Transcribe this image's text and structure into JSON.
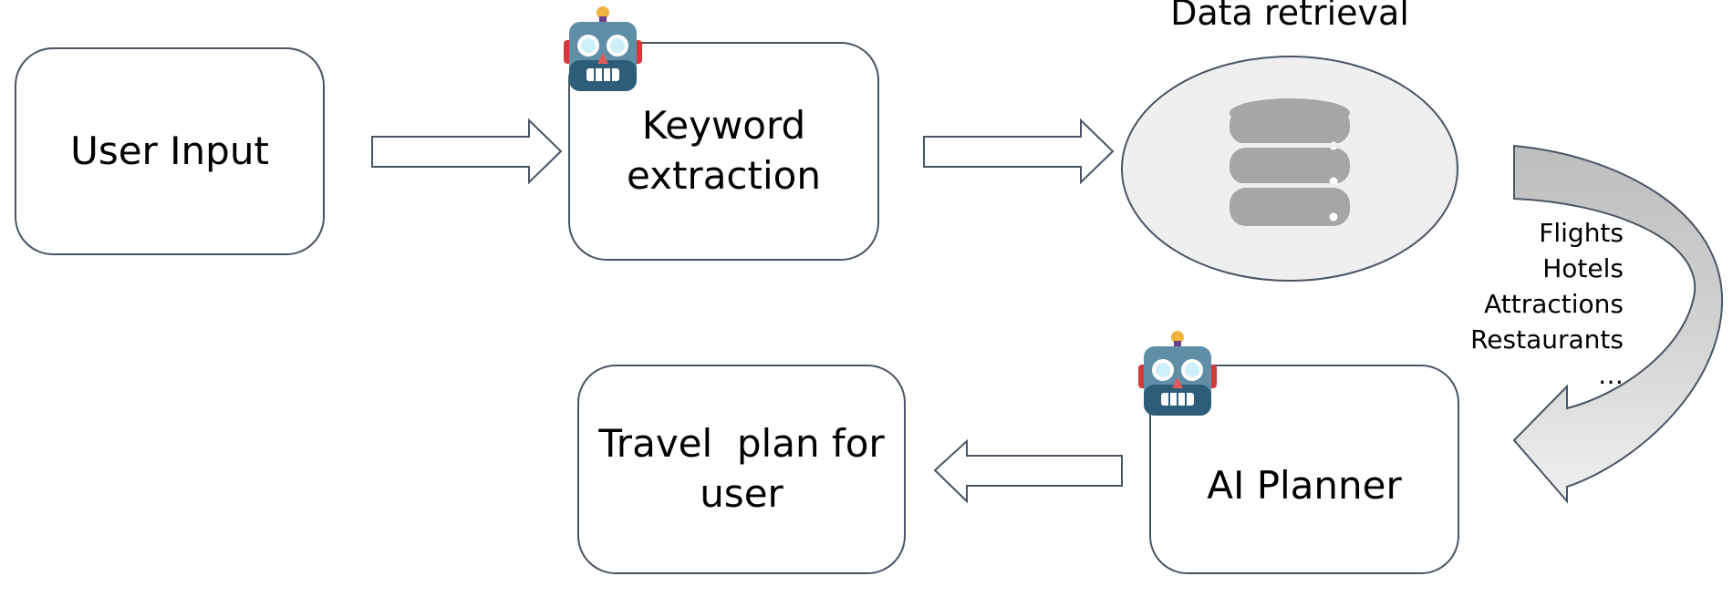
{
  "nodes": {
    "user_input": "User Input",
    "keyword_extraction_line1": "Keyword",
    "keyword_extraction_line2": "extraction",
    "data_retrieval": "Data retrieval",
    "ai_planner": "AI Planner",
    "travel_plan_line1": "Travel  plan for",
    "travel_plan_line2": "user"
  },
  "retrieved_items": [
    "Flights",
    "Hotels",
    "Attractions",
    "Restaurants",
    "…"
  ],
  "colors": {
    "stroke": "#4a5462",
    "ellipse_fill": "#efefef",
    "database_fill": "#a6a6a6",
    "curved_arrow_fill_top": "#bdbdbd",
    "curved_arrow_fill_bottom": "#efefef"
  },
  "icons": {
    "agent": "robot-face-icon",
    "database": "database-icon"
  }
}
